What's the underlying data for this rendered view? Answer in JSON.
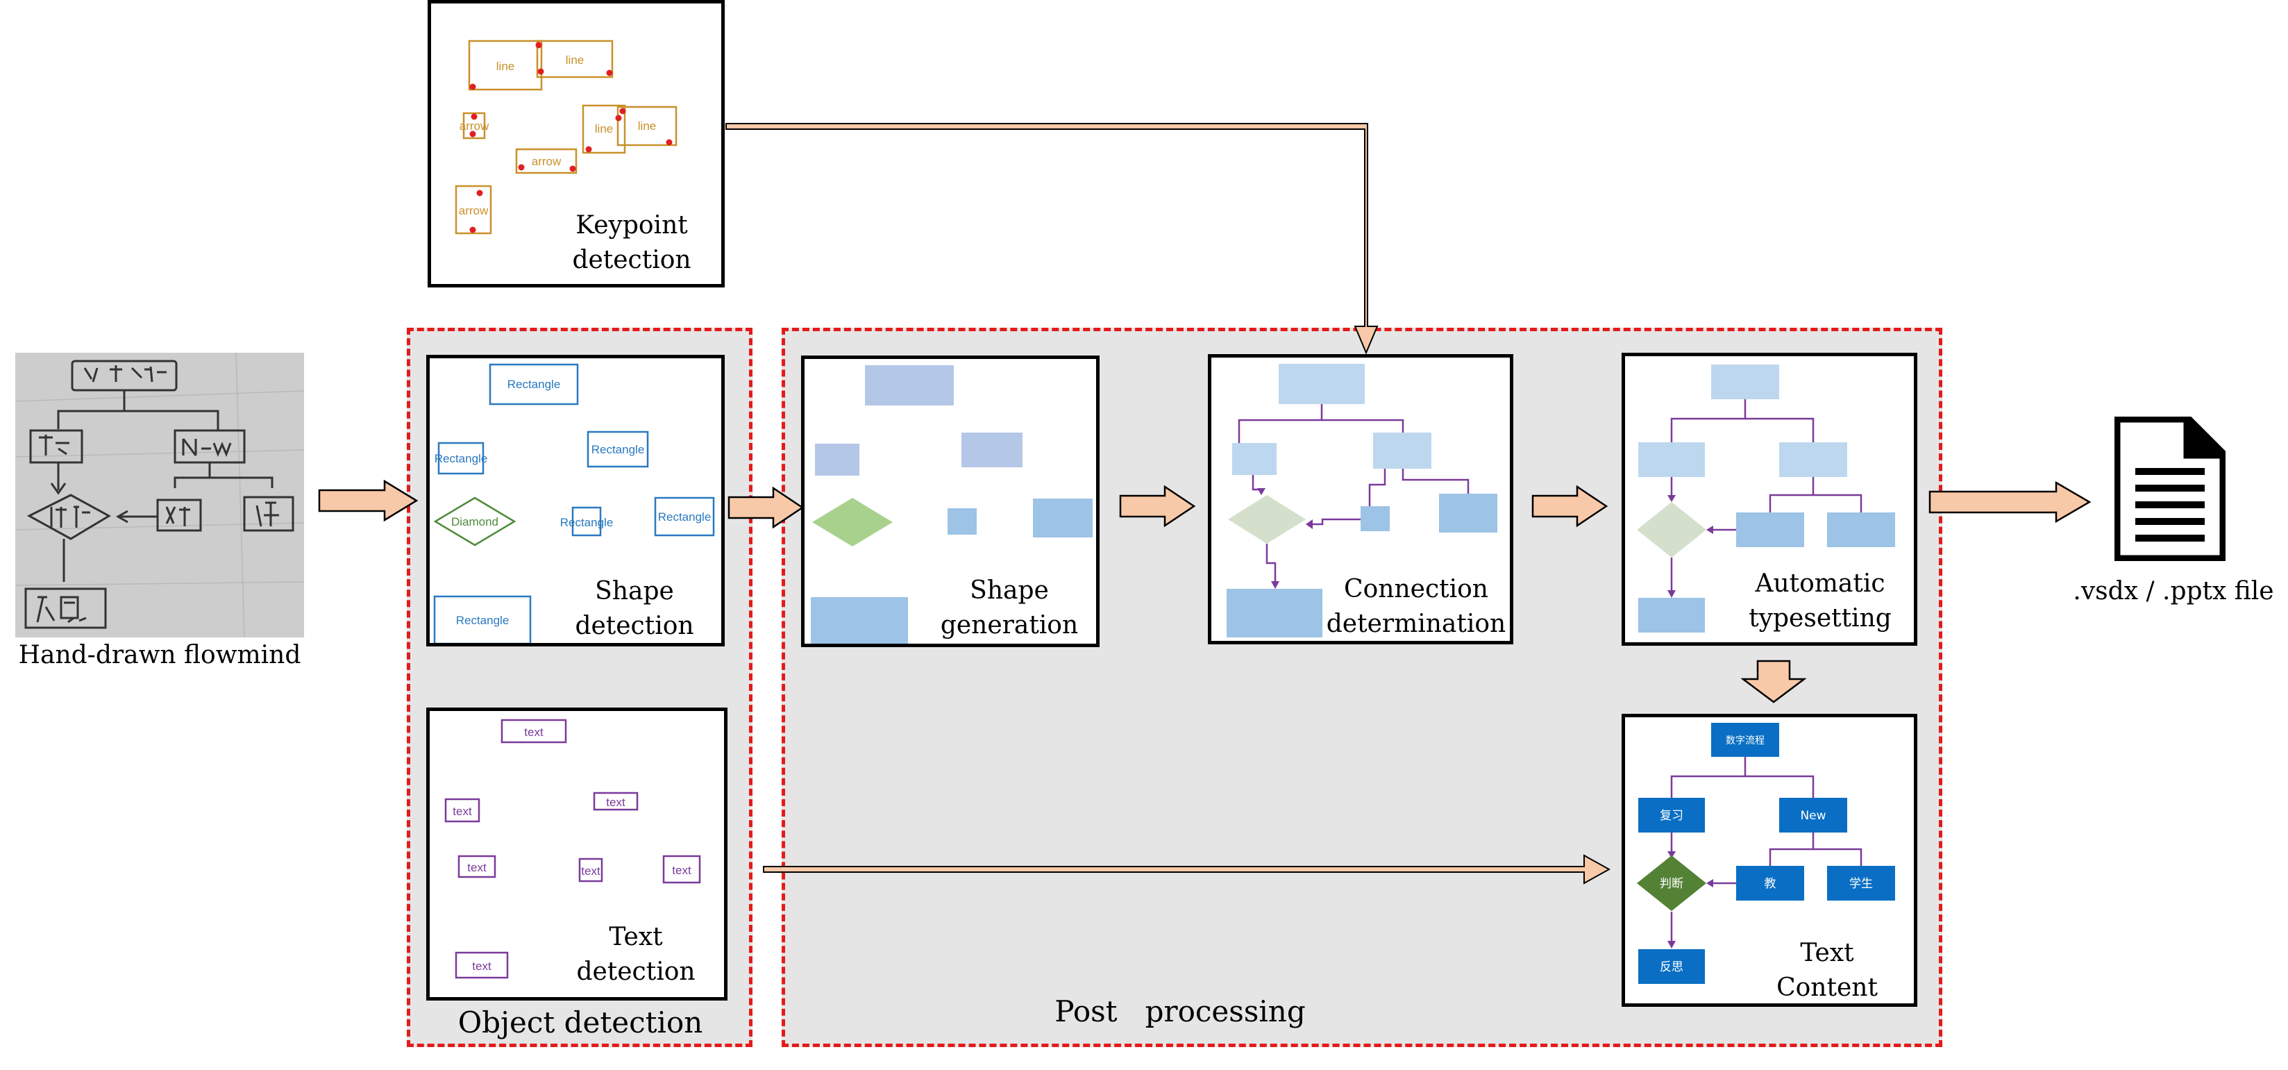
{
  "input": {
    "caption": "Hand-drawn flowmind"
  },
  "output": {
    "caption": ".vsdx / .pptx file"
  },
  "regions": {
    "object_detection": "Object detection",
    "post_processing": "Post   processing"
  },
  "panels": {
    "keypoint": {
      "title_line1": "Keypoint",
      "title_line2": "detection",
      "box_labels": [
        "line",
        "line",
        "arrow",
        "line",
        "line",
        "arrow",
        "arrow"
      ]
    },
    "shape_detection": {
      "title_line1": "Shape",
      "title_line2": "detection",
      "box_labels": [
        "Rectangle",
        "Rectangle",
        "Rectangle",
        "Diamond",
        "Rectangle",
        "Rectangle",
        "Rectangle"
      ]
    },
    "text_detection": {
      "title_line1": "Text",
      "title_line2": "detection",
      "box_labels": [
        "text",
        "text",
        "text",
        "text",
        "text",
        "text",
        "text"
      ]
    },
    "shape_generation": {
      "title_line1": "Shape",
      "title_line2": "generation"
    },
    "connection": {
      "title_line1": "Connection",
      "title_line2": "determination"
    },
    "typesetting": {
      "title_line1": "Automatic",
      "title_line2": "typesetting"
    },
    "text_content": {
      "title_line1": "Text",
      "title_line2": "Content",
      "node_labels": [
        "数字流程",
        "复习",
        "New",
        "判断",
        "教",
        "学生",
        "反思"
      ]
    }
  },
  "colors": {
    "region_border": "#e31b1b",
    "region_fill": "#e5e5e5",
    "arrow_fill": "#f8c9a8",
    "keypoint_box": "#c9902a",
    "keypoint_dot": "#e02020",
    "shape_box": "#2a79c0",
    "diamond_box": "#4e8a3a",
    "text_box": "#7a3a9a",
    "connector": "#7a3a9a",
    "node_dark_blue": "#0a6fc4",
    "node_dark_green": "#548235"
  }
}
